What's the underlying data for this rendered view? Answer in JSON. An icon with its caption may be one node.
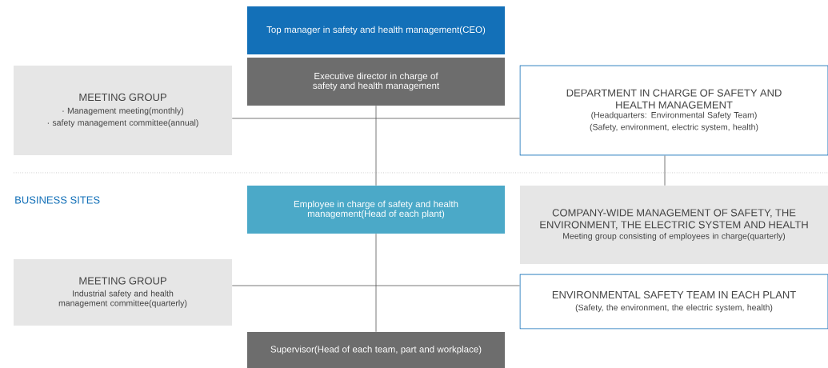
{
  "diagram": {
    "nodes": [
      {
        "text": [
          "Top manager in safety and health management(CEO)"
        ]
      },
      {
        "text": [
          "Executive director in charge of safety and health management"
        ]
      },
      {
        "text": [
          "MEETING GROUP",
          "· Management meeting(monthly)",
          "· safety management committee(annual)"
        ]
      },
      {
        "text": [
          "DEPARTMENT IN CHARGE OF SAFETY AND HEALTH MANAGEMENT",
          "(Headquarters: Environmental Safety Team)",
          "(Safety, environment, electric system, health)"
        ]
      },
      {
        "text": [
          "Employee in charge of safety and health management(Head of each plant)"
        ]
      },
      {
        "text": [
          "COMPANY-WIDE MANAGEMENT OF SAFETY, THE ENVIRONMENT, THE ELECTRIC SYSTEM AND HEALTH",
          "Meeting group consisting of employees in charge(quarterly)"
        ]
      },
      {
        "text": [
          "MEETING GROUP",
          "Industrial safety and health management committee(quarterly)"
        ]
      },
      {
        "text": [
          "ENVIRONMENTAL SAFETY TEAM IN EACH PLANT",
          "(Safety, the environment, the electric system, health)"
        ]
      },
      {
        "text": [
          "Supervisor(Head of each team, part and workplace)"
        ]
      }
    ],
    "edges": [
      {
        "from": 1,
        "to": 4,
        "arrow": "none"
      },
      {
        "from": 4,
        "to": 8,
        "arrow": "none"
      },
      {
        "from": 2,
        "to": 3,
        "arrow": "none"
      },
      {
        "from": 3,
        "to": 5,
        "arrow": "none"
      },
      {
        "from": 6,
        "to": 7,
        "arrow": "none"
      }
    ],
    "labels": [
      "BUSINESS SITES"
    ]
  }
}
